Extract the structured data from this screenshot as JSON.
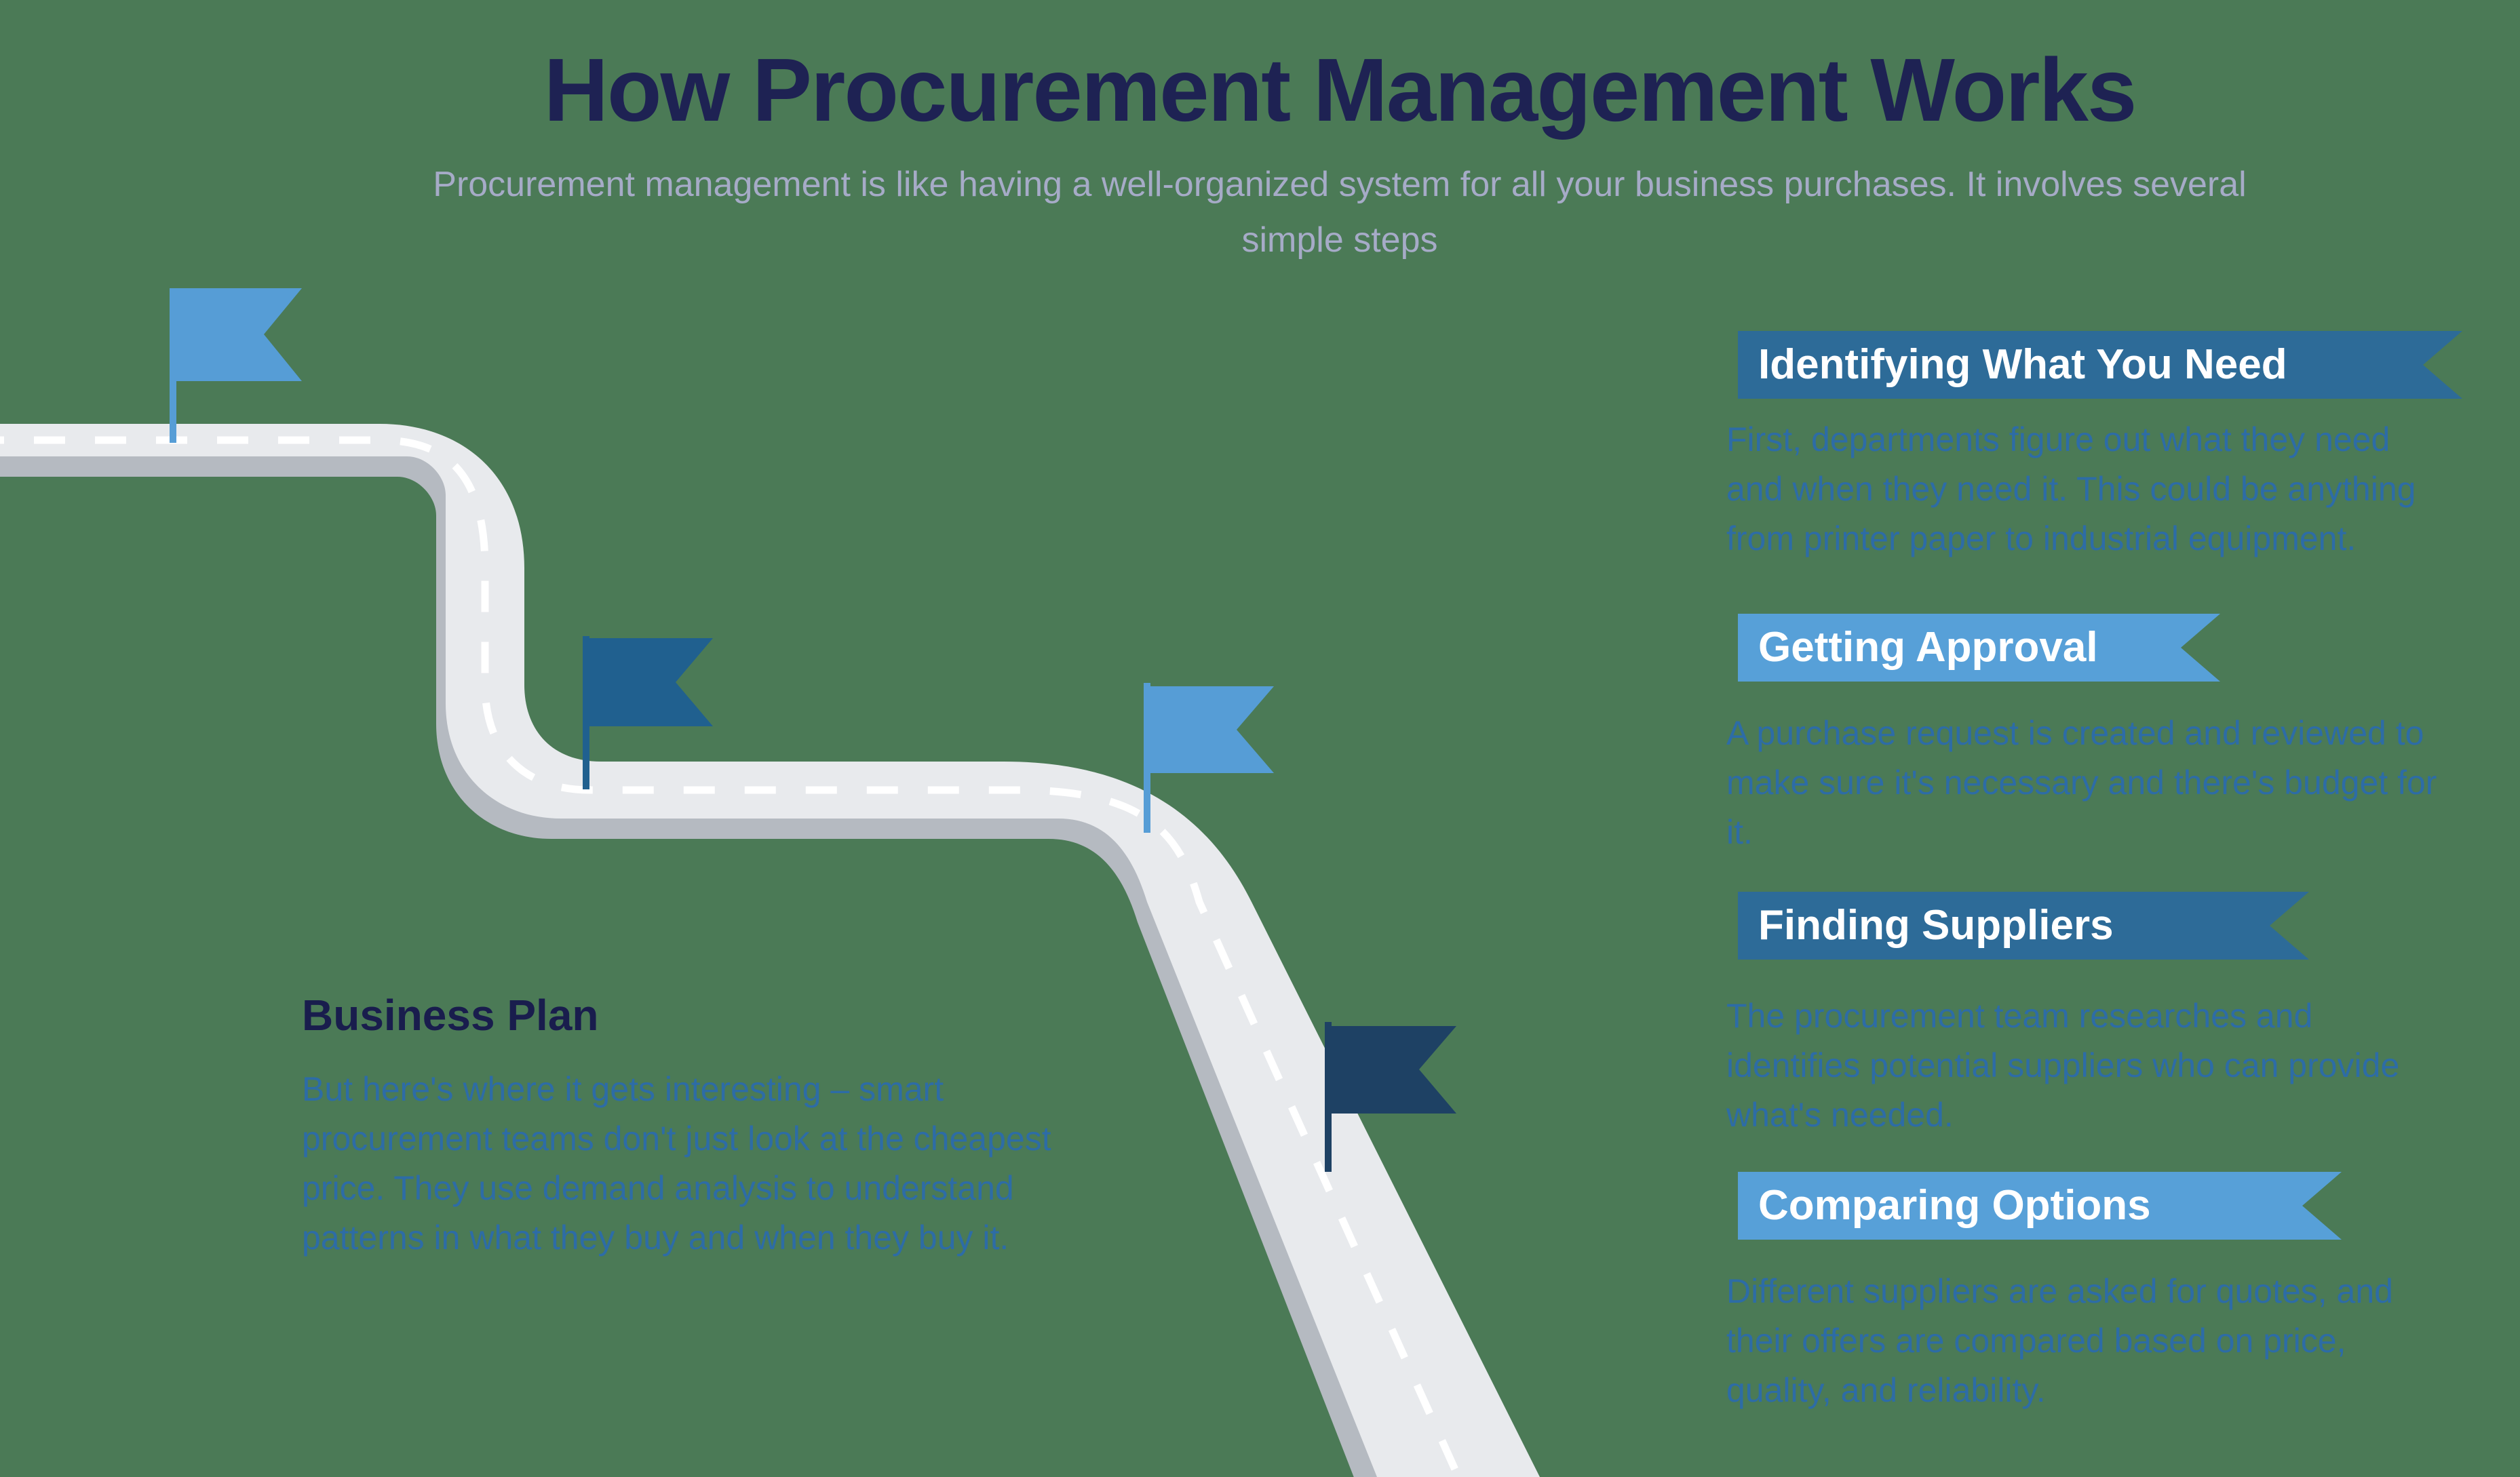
{
  "header": {
    "title": "How Procurement Management Works",
    "subtitle_line1": "Procurement management is like having a well-organized system for all your business purchases. It involves several",
    "subtitle_line2": "simple steps",
    "title_color": "#1e2253",
    "subtitle_color": "#a6abc7"
  },
  "left_section": {
    "heading": "Business Plan",
    "body": "But here's where it gets interesting – smart procurement teams don't just look at the cheapest price. They use demand analysis to understand patterns in what they buy and when they buy it."
  },
  "steps": [
    {
      "title": "Identifying What You Need",
      "body": "First, departments figure out what they need and when they need it. This could be anything from printer paper to industrial equipment.",
      "ribbon_color": "#2d6b98"
    },
    {
      "title": "Getting Approval",
      "body": "A purchase request is created and reviewed to make sure it's necessary and there's budget for it.",
      "ribbon_color": "#57a0d8"
    },
    {
      "title": "Finding Suppliers",
      "body": "The procurement team researches and identifies potential suppliers who can provide what's needed.",
      "ribbon_color": "#2d6b98"
    },
    {
      "title": "Comparing Options",
      "body": "Different suppliers are asked for quotes, and their offers are compared based on price, quality, and reliability.",
      "ribbon_color": "#57a0d8"
    }
  ],
  "road": {
    "surface_color": "#e8eaed",
    "side_color": "#b5bac1",
    "dash_color": "#ffffff",
    "background_color": "#4b7a56"
  },
  "flags": [
    {
      "id": "flag-1",
      "color": "#569dd6"
    },
    {
      "id": "flag-2",
      "color": "#20608f"
    },
    {
      "id": "flag-3",
      "color": "#569dd6"
    },
    {
      "id": "flag-4",
      "color": "#1e4164"
    }
  ]
}
